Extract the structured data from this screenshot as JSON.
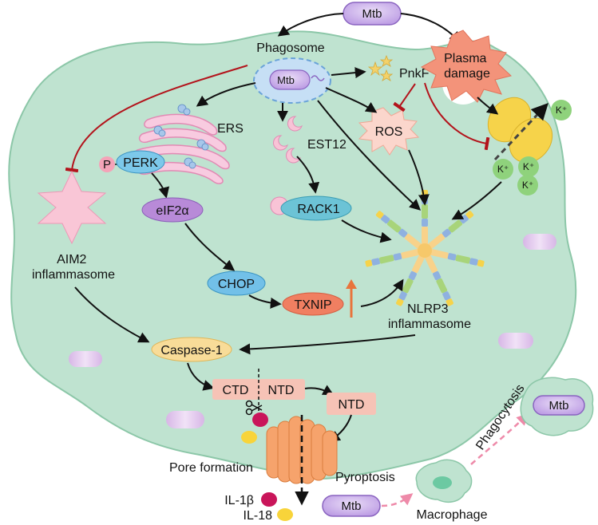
{
  "labels": {
    "mtb_top": "Mtb",
    "phagosome": "Phagosome",
    "mtb_phagosome": "Mtb",
    "pnkf": "PnkF",
    "plasma_damage": "Plasma\ndamage",
    "k_plus": "K⁺",
    "ers": "ERS",
    "p": "P",
    "perk": "PERK",
    "est12": "EST12",
    "ros": "ROS",
    "aim2": "AIM2\ninflammasome",
    "eif2a": "eIF2α",
    "rack1": "RACK1",
    "chop": "CHOP",
    "txnip": "TXNIP",
    "nlrp3": "NLRP3\ninflammasome",
    "caspase1": "Caspase-1",
    "ctd": "CTD",
    "ntd_cleaved": "NTD",
    "ntd": "NTD",
    "pore_formation": "Pore formation",
    "pyroptosis": "Pyroptosis",
    "il1b": "IL-1β",
    "il18": "IL-18",
    "mtb_released": "Mtb",
    "macrophage": "Macrophage",
    "phagocytosis": "Phagocytosis",
    "mtb_macrophage": "Mtb"
  },
  "colors": {
    "cell_fill": "#bfe3d0",
    "cell_stroke": "#7fbf9f",
    "mtb_fill": "#c9a9e8",
    "phagosome_fill": "#c6dff5",
    "perk_fill": "#7cc8ea",
    "eif2a_fill": "#b88ad8",
    "rack1_fill": "#6cc3d6",
    "chop_fill": "#72c0e8",
    "txnip_fill": "#f07f61",
    "caspase_fill": "#f8dc98",
    "ntd_fill": "#f6c3b6",
    "plasma_fill": "#f3937a",
    "ros_fill": "#fbd6cc",
    "aim2_fill": "#f9c6d6",
    "channel_fill": "#f6d34a",
    "k_fill": "#8fd27c",
    "pore_fill": "#f6a36c",
    "il1b_fill": "#c9155a",
    "il18_fill": "#f8d43a",
    "inhibit_color": "#b3131b",
    "macro_arrow": "#ee8aa9"
  }
}
